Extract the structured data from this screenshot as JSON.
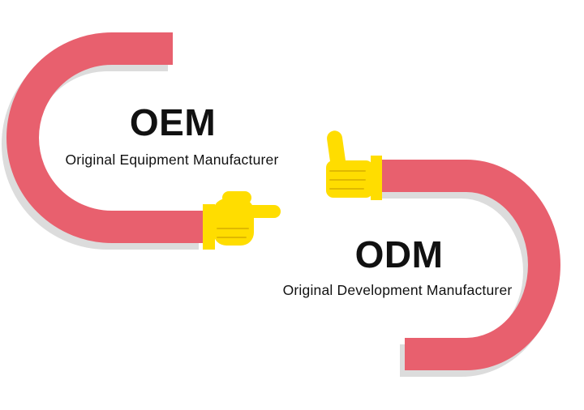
{
  "colors": {
    "background": "#ffffff",
    "arc": "#e8606e",
    "arc_shadow": "#dcdcdc",
    "hand": "#ffdd00",
    "hand_line": "#e0b900",
    "text": "#111111"
  },
  "oem": {
    "title": "OEM",
    "subtitle": "Original Equipment Manufacturer"
  },
  "odm": {
    "title": "ODM",
    "subtitle": "Original Development Manufacturer"
  },
  "icons": {
    "pointing_hand": "pointing-hand-icon",
    "thumbs_up": "thumbs-up-icon"
  }
}
